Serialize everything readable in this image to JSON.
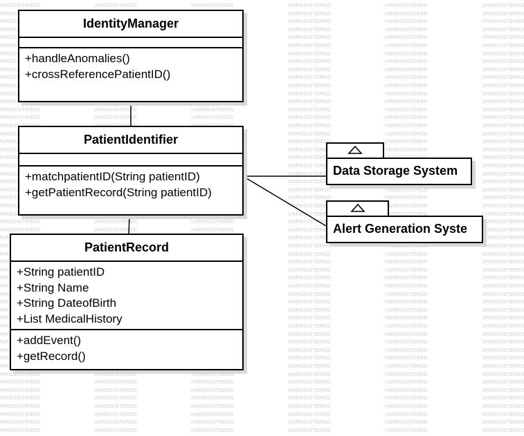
{
  "watermark_text": "UNREGISTERED",
  "classes": {
    "identity_manager": {
      "name": "IdentityManager",
      "attributes": [],
      "operations": [
        "+handleAnomalies()",
        "+crossReferencePatientID()"
      ]
    },
    "patient_identifier": {
      "name": "PatientIdentifier",
      "attributes": [],
      "operations": [
        "+matchpatientID(String patientID)",
        "+getPatientRecord(String patientID)"
      ]
    },
    "patient_record": {
      "name": "PatientRecord",
      "attributes": [
        "+String patientID",
        "+String Name",
        "+String DateofBirth",
        "+List MedicalHistory"
      ],
      "operations": [
        "+addEvent()",
        "+getRecord()"
      ]
    }
  },
  "packages": {
    "data_storage": {
      "name": "Data Storage System"
    },
    "alert_generation": {
      "name": "Alert Generation Syste"
    }
  },
  "colors": {
    "line": "#000000",
    "shadow": "#d9d9d9",
    "watermark": "#dcdcdc",
    "background": "#ffffff"
  }
}
